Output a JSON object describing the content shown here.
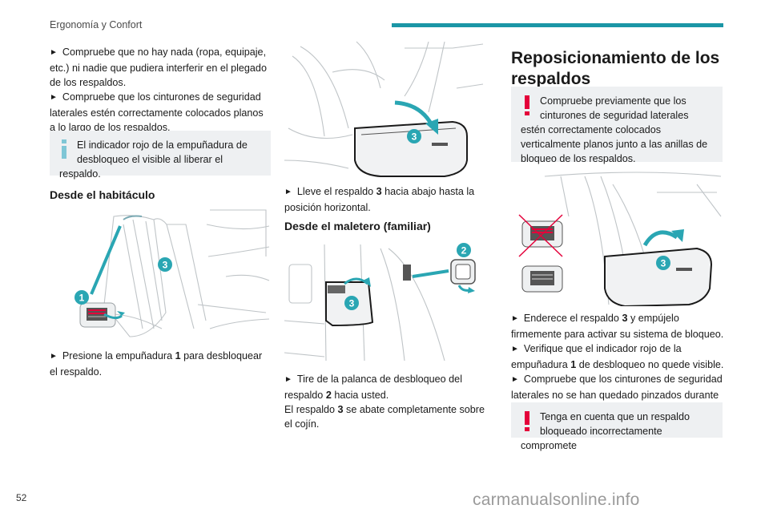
{
  "header": {
    "section_title": "Ergonomía y Confort",
    "accent_color": "#1b96a6"
  },
  "footer": {
    "page_number": "52",
    "watermark": "carmanualsonline.info"
  },
  "col1": {
    "bullet1": "Compruebe que no hay nada (ropa, equipaje, etc.) ni nadie que pudiera interferir en el plegado de los respaldos.",
    "bullet2": "Compruebe que los cinturones de seguridad laterales estén correctamente colocados planos a lo largo de los respaldos.",
    "info_note": "El indicador rojo de la empuñadura de desbloqueo el visible al liberar el respaldo.",
    "subheading": "Desde el habitáculo",
    "fig_labels": [
      "3",
      "1"
    ],
    "step_pre": "Presione la empuñadura ",
    "step_num": "1",
    "step_post": " para desbloquear el respaldo."
  },
  "col2": {
    "fig1_label": "3",
    "step1_pre": "Lleve el respaldo ",
    "step1_num": "3",
    "step1_post": " hacia abajo hasta la posición horizontal.",
    "subheading": "Desde el maletero (familiar)",
    "fig2_labels": [
      "2",
      "3"
    ],
    "step2_pre": "Tire de la palanca de desbloqueo del respaldo ",
    "step2_num": "2",
    "step2_post": " hacia usted.",
    "text_pre": "El respaldo ",
    "text_num": "3",
    "text_post": " se abate completamente sobre el cojín."
  },
  "col3": {
    "heading": "Reposicionamiento de los respaldos",
    "warn1": "Compruebe previamente que los cinturones de seguridad laterales estén correctamente colocados verticalmente planos junto a las anillas de bloqueo de los respaldos.",
    "fig_label": "3",
    "b1_pre": "Enderece el respaldo ",
    "b1_num": "3",
    "b1_post": " y empújelo firmemente para activar su sistema de bloqueo.",
    "b2_pre": "Verifique que el indicador rojo de la empuñadura ",
    "b2_num": "1",
    "b2_post": " de desbloqueo no quede visible.",
    "b3": "Compruebe que los cinturones de seguridad laterales no se han quedado pinzados durante la operación.",
    "warn2": "Tenga en cuenta que un respaldo bloqueado incorrectamente compromete"
  },
  "icons": {
    "info": "info-icon",
    "warning": "warning-icon",
    "bullet": "arrow-bullet-icon"
  }
}
